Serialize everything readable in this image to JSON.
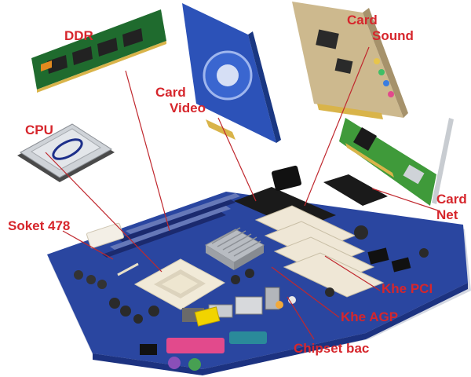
{
  "colors": {
    "label": "#d6262c",
    "leader": "#c0282e",
    "board": "#2a46a0",
    "board_dark": "#1c3280",
    "slot_white": "#efe7d6",
    "slot_black": "#1a1a1a",
    "heatsink": "#b8bcc2",
    "ram_pcb": "#1f6b2e",
    "nic_pcb": "#3f9a3a",
    "sound_pcb": "#cdb98e",
    "video_pcb": "#2c52b8",
    "cpu_silver": "#cfd3d8"
  },
  "labels": {
    "ddr": [
      "DDR"
    ],
    "card_sound": [
      "Card",
      "Sound"
    ],
    "card_video": [
      "Card",
      "Video"
    ],
    "cpu": [
      "CPU"
    ],
    "card_net": [
      "Card",
      "Net"
    ],
    "soket": [
      "Soket 478"
    ],
    "khe_pci": [
      "Khe PCI"
    ],
    "khe_agp": [
      "Khe AGP"
    ],
    "chipset": [
      "Chipset bac"
    ]
  },
  "icons": {
    "ddr_module": "ram-stick-icon",
    "cpu_chip": "cpu-chip-icon",
    "video_card": "graphics-card-icon",
    "sound_card": "sound-card-icon",
    "net_card": "network-card-icon",
    "motherboard": "motherboard-icon"
  }
}
